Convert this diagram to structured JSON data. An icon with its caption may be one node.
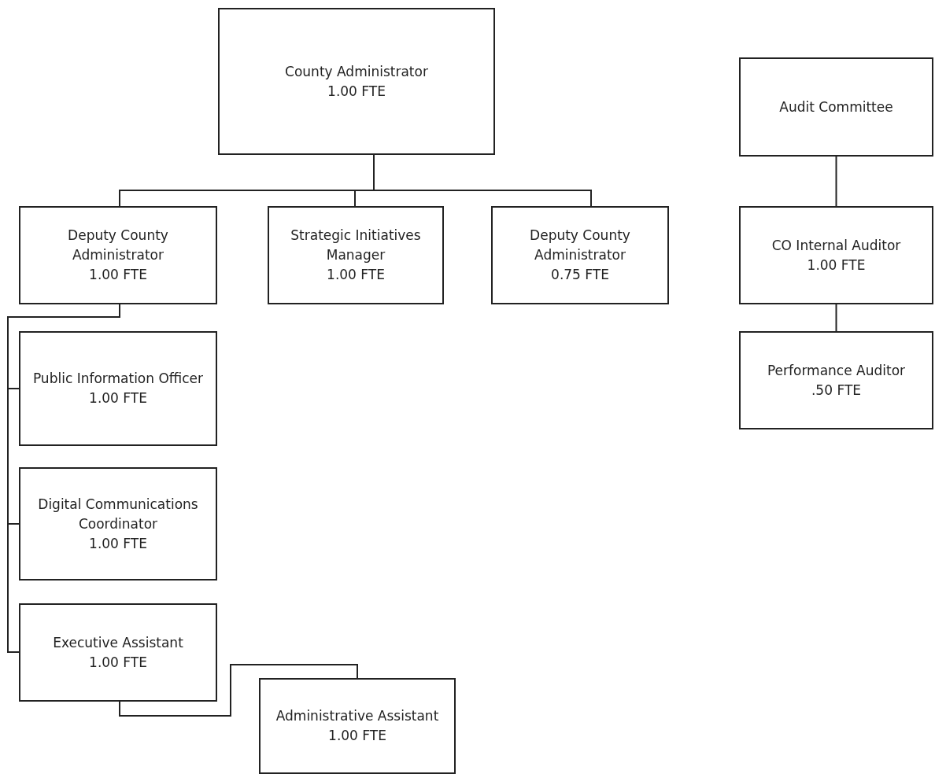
{
  "diagram": {
    "nodes": [
      {
        "text": [
          "County Administrator",
          "1.00 FTE"
        ]
      },
      {
        "text": [
          "Audit Committee"
        ]
      },
      {
        "text": [
          "Deputy County Administrator",
          "1.00 FTE"
        ]
      },
      {
        "text": [
          "Strategic Initiatives Manager",
          "1.00 FTE"
        ]
      },
      {
        "text": [
          "Deputy County Administrator",
          "0.75 FTE"
        ]
      },
      {
        "text": [
          "CO Internal Auditor",
          "1.00 FTE"
        ]
      },
      {
        "text": [
          "Performance Auditor",
          ".50 FTE"
        ]
      },
      {
        "text": [
          "Public Information Officer",
          "1.00 FTE"
        ]
      },
      {
        "text": [
          "Digital Communications Coordinator",
          "1.00 FTE"
        ]
      },
      {
        "text": [
          "Executive Assistant",
          "1.00 FTE"
        ]
      },
      {
        "text": [
          "Administrative Assistant",
          "1.00 FTE"
        ]
      }
    ],
    "edges": [
      {
        "from": 0,
        "to": 2,
        "arrow": "none"
      },
      {
        "from": 0,
        "to": 3,
        "arrow": "none"
      },
      {
        "from": 0,
        "to": 4,
        "arrow": "none"
      },
      {
        "from": 1,
        "to": 5,
        "arrow": "none"
      },
      {
        "from": 5,
        "to": 6,
        "arrow": "none"
      },
      {
        "from": 2,
        "to": 7,
        "arrow": "none"
      },
      {
        "from": 2,
        "to": 8,
        "arrow": "none"
      },
      {
        "from": 2,
        "to": 9,
        "arrow": "none"
      },
      {
        "from": 9,
        "to": 10,
        "arrow": "none"
      }
    ]
  }
}
